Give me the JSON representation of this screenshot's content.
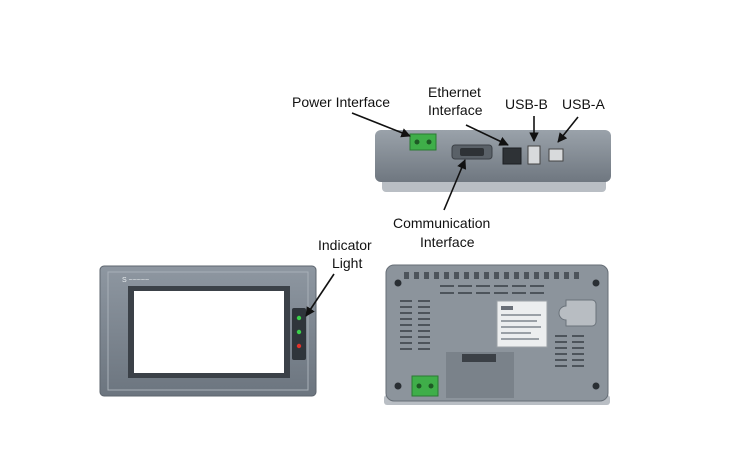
{
  "labels": {
    "power_interface": "Power Interface",
    "ethernet_interface_line1": "Ethernet",
    "ethernet_interface_line2": "Interface",
    "usb_b": "USB-B",
    "usb_a": "USB-A",
    "communication_interface_line1": "Communication",
    "communication_interface_line2": "Interface",
    "indicator_light_line1": "Indicator",
    "indicator_light_line2": "Light"
  },
  "colors": {
    "bezel": "#7b8590",
    "panel": "#8c949c",
    "screen": "#ffffff",
    "terminal_green": "#3fae49",
    "led_green": "#3ad14a",
    "led_red": "#e0322a"
  }
}
